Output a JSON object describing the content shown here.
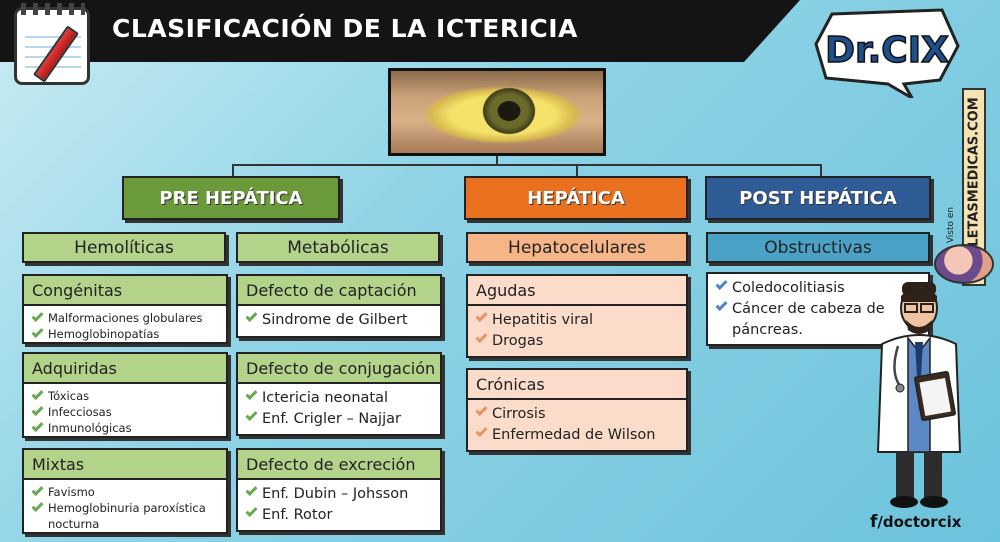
{
  "title": "CLASIFICACIÓN DE LA ICTERICIA",
  "logo": {
    "text": "Dr.CIX"
  },
  "side_banner": {
    "label": "CHULETASMEDICAS.COM",
    "prefix": "Visto en"
  },
  "social": {
    "handle": "/doctorcix",
    "icon": "facebook-icon"
  },
  "colors": {
    "pre": "#6b9a3a",
    "pre_sub": "#b3d28a",
    "hep": "#e8701e",
    "hep_sub": "#f5b586",
    "hep_card": "#fbdccb",
    "post": "#2f5b96",
    "post_sub": "#4aa3c7",
    "check_green": "#6aa84f",
    "check_orange": "#e69461",
    "check_blue": "#4a86c5"
  },
  "categories": {
    "pre": {
      "label": "PRE HEPÁTICA",
      "groups": {
        "hemoliticas": {
          "label": "Hemolíticas",
          "cards": [
            {
              "title": "Congénitas",
              "items": [
                "Malformaciones globulares",
                "Hemoglobinopatías"
              ]
            },
            {
              "title": "Adquiridas",
              "items": [
                "Tóxicas",
                "Infecciosas",
                "Inmunológicas"
              ]
            },
            {
              "title": "Mixtas",
              "items": [
                "Favismo",
                "Hemoglobinuria paroxística nocturna"
              ]
            }
          ]
        },
        "metabolicas": {
          "label": "Metabólicas",
          "cards": [
            {
              "title": "Defecto de captación",
              "items": [
                "Sindrome de Gilbert"
              ]
            },
            {
              "title": "Defecto de conjugación",
              "items": [
                "Ictericia neonatal",
                "Enf. Crigler – Najjar"
              ]
            },
            {
              "title": "Defecto de excreción",
              "items": [
                "Enf. Dubin – Johsson",
                "Enf. Rotor"
              ]
            }
          ]
        }
      }
    },
    "hep": {
      "label": "HEPÁTICA",
      "groups": {
        "hepatocelulares": {
          "label": "Hepatocelulares",
          "cards": [
            {
              "title": "Agudas",
              "items": [
                "Hepatitis viral",
                "Drogas"
              ]
            },
            {
              "title": "Crónicas",
              "items": [
                "Cirrosis",
                "Enfermedad de Wilson"
              ]
            }
          ]
        }
      }
    },
    "post": {
      "label": "POST HEPÁTICA",
      "groups": {
        "obstructivas": {
          "label": "Obstructivas",
          "items": [
            "Coledocolitiasis",
            "Cáncer de cabeza de páncreas."
          ]
        }
      }
    }
  }
}
